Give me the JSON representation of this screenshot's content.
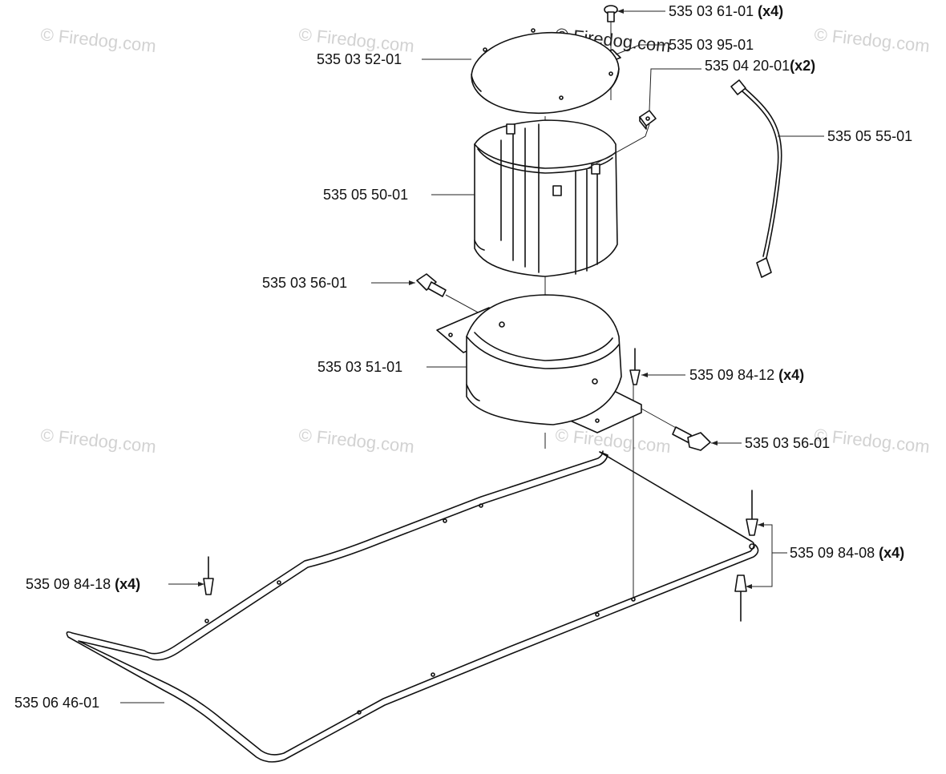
{
  "watermark": {
    "text": "© Firedog.com"
  },
  "labels": {
    "l1": {
      "part": "535 03 61-01",
      "qty": "(x4)"
    },
    "l2": {
      "part": "535 03 95-01",
      "qty": ""
    },
    "l3": {
      "part": "535 03 52-01",
      "qty": ""
    },
    "l4": {
      "part": "535 04 20-01",
      "qty": "(x2)"
    },
    "l5": {
      "part": "535 05 55-01",
      "qty": ""
    },
    "l6": {
      "part": "535 05 50-01",
      "qty": ""
    },
    "l7": {
      "part": "535 03 56-01",
      "qty": ""
    },
    "l8": {
      "part": "535 03 51-01",
      "qty": ""
    },
    "l9": {
      "part": "535 09 84-12",
      "qty": "(x4)"
    },
    "l10": {
      "part": "535 03 56-01",
      "qty": ""
    },
    "l11": {
      "part": "535 09 84-08",
      "qty": "(x4)"
    },
    "l12": {
      "part": "535 09 84-18",
      "qty": "(x4)"
    },
    "l13": {
      "part": "535 06 46-01",
      "qty": ""
    }
  }
}
